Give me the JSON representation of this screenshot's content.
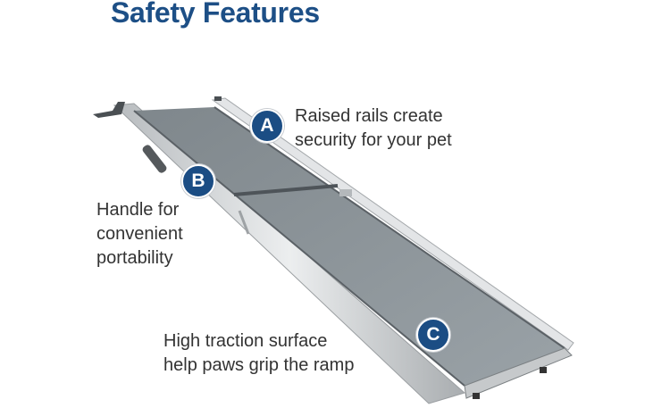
{
  "title": "Safety Features",
  "features": [
    {
      "badge": "A",
      "text_line1": "Raised rails create",
      "text_line2": "security for your pet"
    },
    {
      "badge": "B",
      "text_line1": "Handle for",
      "text_line2": "convenient",
      "text_line3": "portability"
    },
    {
      "badge": "C",
      "text_line1": "High traction surface",
      "text_line2": "help paws grip the ramp"
    }
  ],
  "colors": {
    "brand_blue": "#1b4d84",
    "title_blue": "#1d4f86",
    "surface_gray": "#8f979c",
    "rail_silver": "#d9dcde",
    "text": "#333333"
  }
}
